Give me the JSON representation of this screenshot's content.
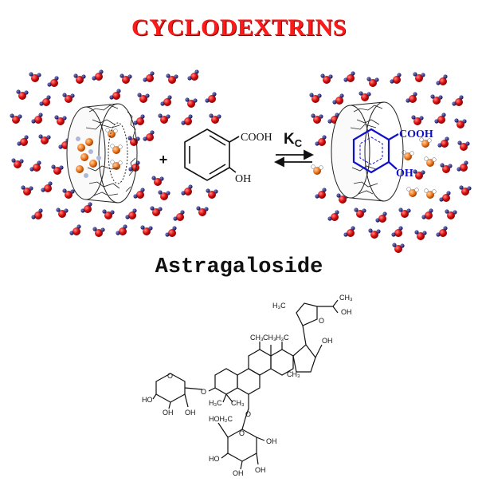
{
  "title": "CYCLODEXTRINS",
  "subtitle": "Astragaloside",
  "colors": {
    "title": "#ff1a1a",
    "guest_highlight": "#1010cc",
    "water_oxygen": "#e01010",
    "water_hydrogen": "#1a1a6e",
    "orange_guest": "#f07820"
  },
  "equilibrium": {
    "constant_symbol": "K",
    "constant_subscript": "C",
    "plus": "+"
  },
  "guest_molecule": {
    "cooh_label": "COOH",
    "oh_label": "OH"
  },
  "complex": {
    "cooh_label": "COOH",
    "oh_label": "OH"
  },
  "astragaloside_labels": {
    "ch3_a": "H₃C",
    "ch3_b": "CH₃",
    "ch3_c": "CH₃",
    "ch3_d": "CH₃",
    "ch3_e": "H₃C",
    "ch3_f": "CH₃",
    "h3c_top": "H₃C",
    "oh_top": "OH",
    "o_ring": "O",
    "oh_ring": "OH",
    "o_link_left": "O",
    "o_link_bottom": "O",
    "o_sugar_left": "O",
    "o_sugar_bottom": "O",
    "oh_s1": "HO",
    "oh_s2": "OH",
    "oh_s3": "OH",
    "hoh2c": "HOH₂C",
    "oh_g1": "HO",
    "oh_g2": "OH",
    "oh_g3": "OH",
    "oh_g4": "OH",
    "ch3_top_right": "CH₃"
  }
}
